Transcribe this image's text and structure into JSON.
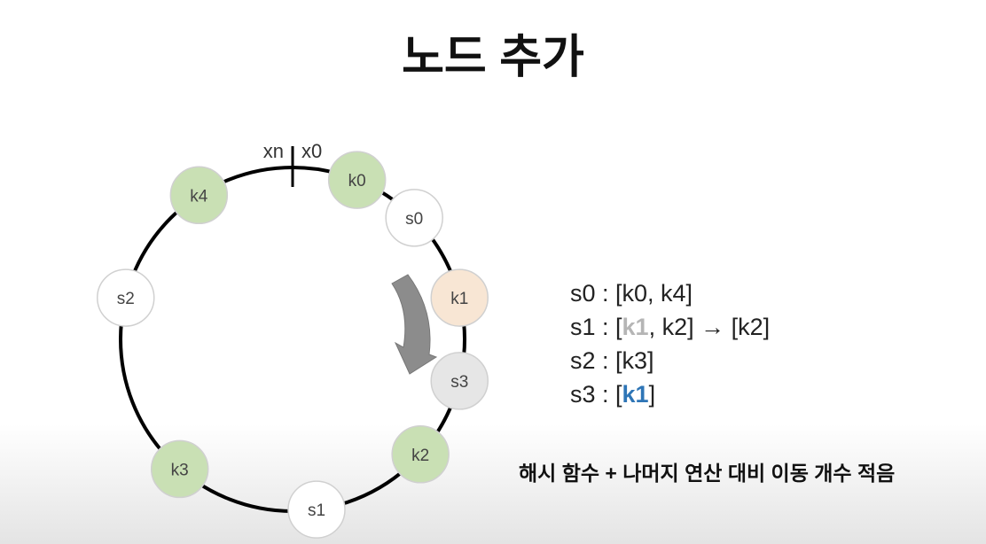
{
  "title": "노드 추가",
  "ring": {
    "marker_left": "xn",
    "marker_right": "x0",
    "nodes": [
      {
        "label": "k0",
        "angle": 22,
        "fill": "#c9e0b4"
      },
      {
        "label": "s0",
        "angle": 45,
        "fill": "#ffffff"
      },
      {
        "label": "k1",
        "angle": 76,
        "fill": "#f8e6d4"
      },
      {
        "label": "s3",
        "angle": 104,
        "fill": "#e6e6e6"
      },
      {
        "label": "k2",
        "angle": 132,
        "fill": "#c9e0b4"
      },
      {
        "label": "s1",
        "angle": 172,
        "fill": "#ffffff"
      },
      {
        "label": "k3",
        "angle": 221,
        "fill": "#c9e0b4"
      },
      {
        "label": "s2",
        "angle": 284,
        "fill": "#ffffff"
      },
      {
        "label": "k4",
        "angle": 327,
        "fill": "#c9e0b4"
      }
    ]
  },
  "mapping": {
    "s0": "s0 : [k0, k4]",
    "s1_prefix": "s1 : [",
    "s1_moved": "k1",
    "s1_rest": ", k2] → [k2]",
    "s2": "s2 : [k3]",
    "s3_prefix": "s3 : [",
    "s3_new": "k1",
    "s3_suffix": "]"
  },
  "note": "해시 함수 + 나머지 연산 대비 이동 개수 적음"
}
